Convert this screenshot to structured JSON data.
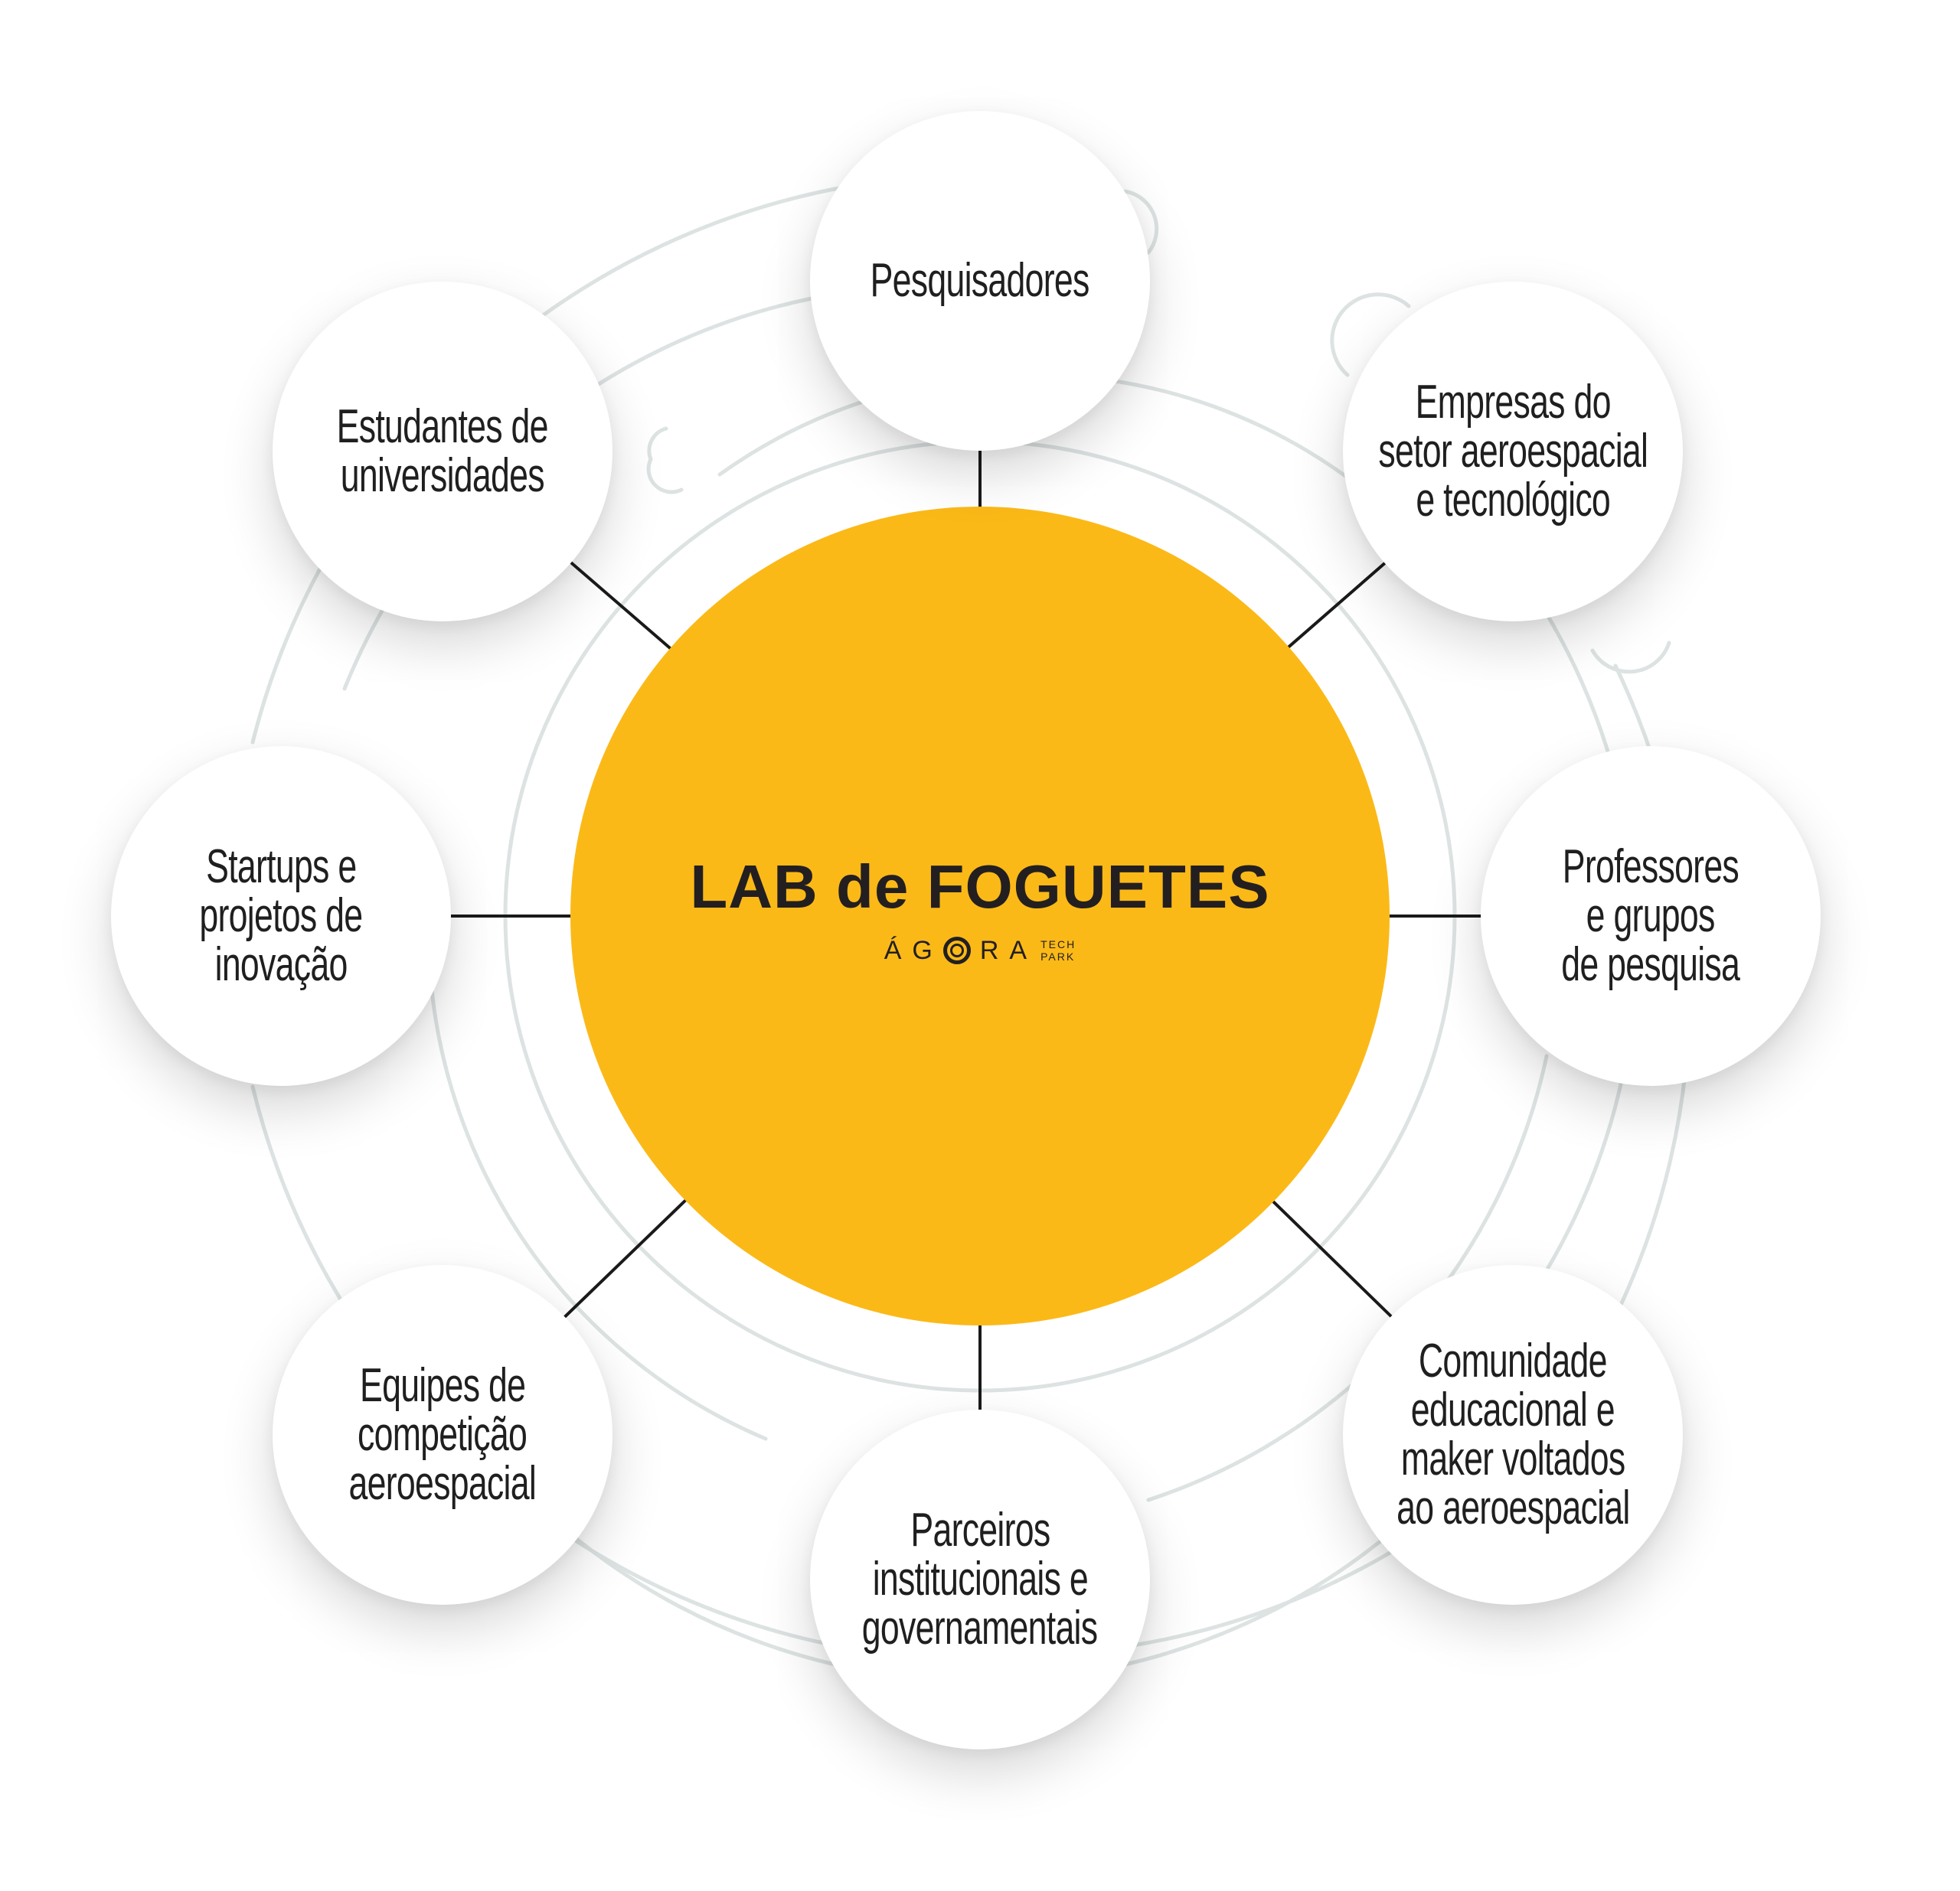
{
  "colors": {
    "hub": "#FBB918",
    "arcs": "#dce3e2",
    "connector": "#1a1a1a"
  },
  "hub": {
    "title": "LAB de FOGUETES",
    "logo": {
      "word_left": "ÁG",
      "word_right": "RA",
      "sub_top": "TECH",
      "sub_bottom": "PARK"
    }
  },
  "nodes": [
    {
      "id": "pesquisadores",
      "lines": [
        "Pesquisadores"
      ]
    },
    {
      "id": "empresas",
      "lines": [
        "Empresas do",
        "setor aeroespacial",
        "e tecnológico"
      ]
    },
    {
      "id": "professores",
      "lines": [
        "Professores",
        "e grupos",
        "de pesquisa"
      ]
    },
    {
      "id": "comunidade",
      "lines": [
        "Comunidade",
        "educacional e",
        "maker voltados",
        "ao aeroespacial"
      ]
    },
    {
      "id": "parceiros",
      "lines": [
        "Parceiros",
        "institucionais e",
        "governamentais"
      ]
    },
    {
      "id": "equipes",
      "lines": [
        "Equipes de",
        "competição",
        "aeroespacial"
      ]
    },
    {
      "id": "startups",
      "lines": [
        "Startups e",
        "projetos de",
        "inovação"
      ]
    },
    {
      "id": "estudantes",
      "lines": [
        "Estudantes de",
        "universidades"
      ]
    }
  ]
}
